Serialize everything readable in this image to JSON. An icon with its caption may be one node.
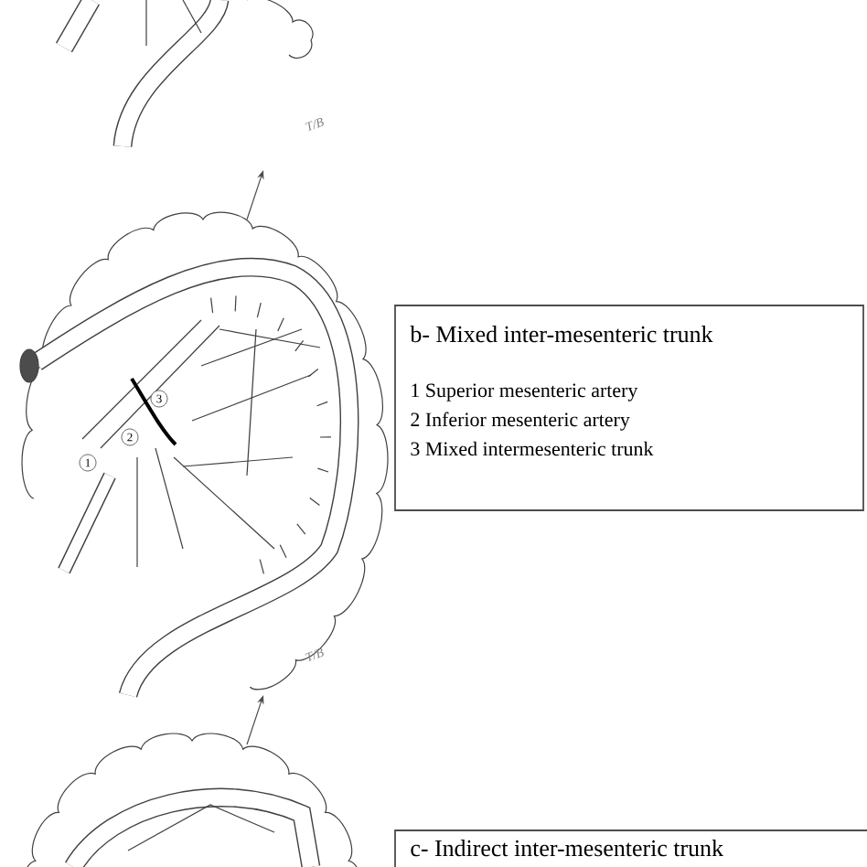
{
  "diagram": {
    "nodes": [
      {
        "text": [
          "b-   Mixed inter-mesenteric trunk",
          "1 Superior mesenteric artery",
          "2 Inferior mesenteric artery",
          "3 Mixed intermesenteric trunk"
        ]
      },
      {
        "text": [
          "c-   Indirect inter-mesenteric trunk"
        ]
      }
    ],
    "edges": [],
    "labels": [
      "T/B",
      "3",
      "2",
      "1",
      "T/B"
    ]
  }
}
